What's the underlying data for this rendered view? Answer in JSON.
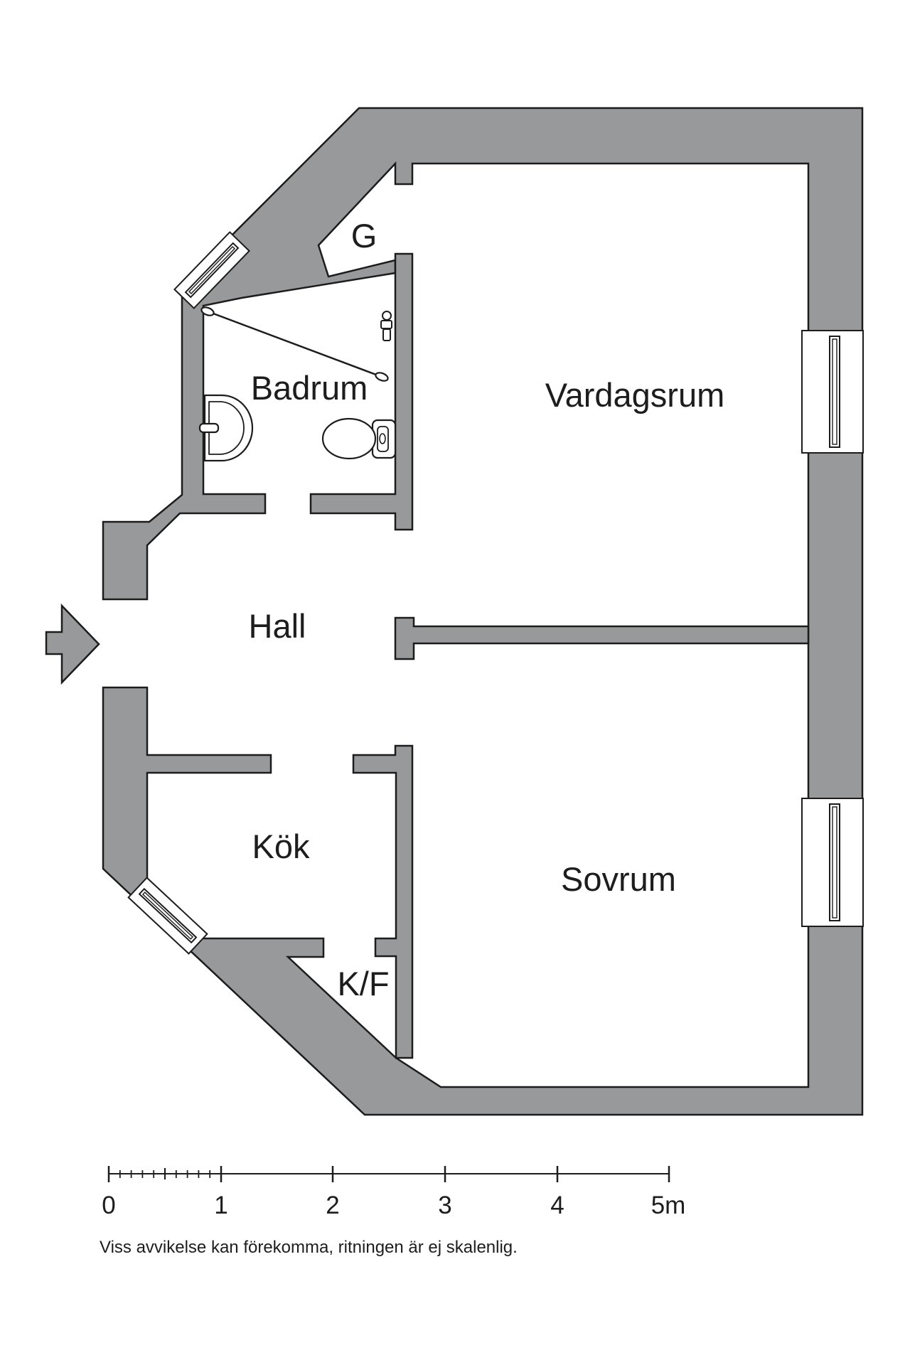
{
  "document": {
    "type": "apartment-floor-plan"
  },
  "colors": {
    "wall_fill": "#98999a",
    "outline": "#1c1c1c",
    "fixture_fill": "#ffffff",
    "text": "#1d1d1d",
    "background": "#ffffff"
  },
  "rooms": [
    {
      "id": "garderob",
      "label": "G"
    },
    {
      "id": "badrum",
      "label": "Badrum"
    },
    {
      "id": "vardagsrum",
      "label": "Vardagsrum"
    },
    {
      "id": "hall",
      "label": "Hall"
    },
    {
      "id": "kok",
      "label": "Kök"
    },
    {
      "id": "sovrum",
      "label": "Sovrum"
    },
    {
      "id": "kyl_frys",
      "label": "K/F"
    }
  ],
  "scale_bar": {
    "unit": "m",
    "tick_labels": [
      "0",
      "1",
      "2",
      "3",
      "4",
      "5m"
    ]
  },
  "disclaimer": "Viss avvikelse kan förekomma, ritningen är ej skalenlig."
}
